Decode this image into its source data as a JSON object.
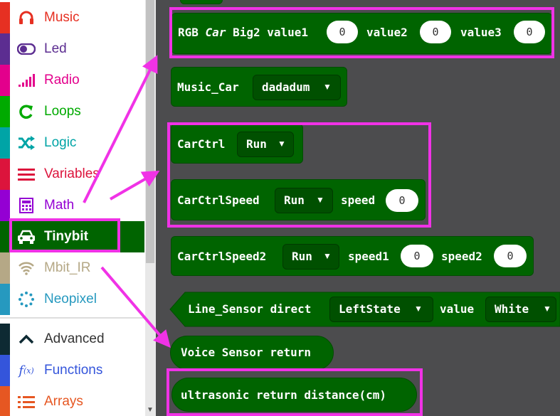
{
  "sidebar": {
    "categories": [
      {
        "label": "Music",
        "icon": "headphones-icon",
        "color": "#e63022"
      },
      {
        "label": "Led",
        "icon": "toggle-icon",
        "color": "#5c2d91"
      },
      {
        "label": "Radio",
        "icon": "signal-bars-icon",
        "color": "#e3008c"
      },
      {
        "label": "Loops",
        "icon": "loop-arrow-icon",
        "color": "#00aa00"
      },
      {
        "label": "Logic",
        "icon": "shuffle-icon",
        "color": "#00a4a6"
      },
      {
        "label": "Variables",
        "icon": "lines-icon",
        "color": "#dc143c"
      },
      {
        "label": "Math",
        "icon": "calculator-icon",
        "color": "#9400d3"
      },
      {
        "label": "Tinybit",
        "icon": "car-icon",
        "color": "#006400",
        "selected": true
      },
      {
        "label": "Mbit_IR",
        "icon": "wifi-icon",
        "color": "#b5a886"
      },
      {
        "label": "Neopixel",
        "icon": "dotted-circle-icon",
        "color": "#2699bf"
      },
      {
        "label": "Advanced",
        "icon": "chevron-up-icon",
        "color": "#0e2a33"
      },
      {
        "label": "Functions",
        "icon": "function-icon",
        "color": "#3455db"
      },
      {
        "label": "Arrays",
        "icon": "list-icon",
        "color": "#e65722"
      }
    ]
  },
  "blocks": {
    "rgb": {
      "a": "RGB",
      "b": "Car",
      "c": "Big2",
      "v1": "value1",
      "n1": "0",
      "v2": "value2",
      "n2": "0",
      "v3": "value3",
      "n3": "0"
    },
    "music": {
      "label": "Music_Car",
      "dropdown": "dadadum"
    },
    "carctrl": {
      "label": "CarCtrl",
      "dropdown": "Run"
    },
    "carctrlspeed": {
      "label": "CarCtrlSpeed",
      "dropdown": "Run",
      "speed": "speed",
      "n": "0"
    },
    "carctrlspeed2": {
      "label": "CarCtrlSpeed2",
      "dropdown": "Run",
      "s1": "speed1",
      "n1": "0",
      "s2": "speed2",
      "n2": "0"
    },
    "line": {
      "label": "Line_Sensor direct",
      "dropdown1": "LeftState",
      "value": "value",
      "dropdown2": "White"
    },
    "voice": {
      "label": "Voice Sensor return"
    },
    "ultra": {
      "label": "ultrasonic return distance(cm)"
    }
  },
  "colors": {
    "highlight": "#f032e6",
    "block": "#006400",
    "workspace": "#4c4c4e"
  }
}
